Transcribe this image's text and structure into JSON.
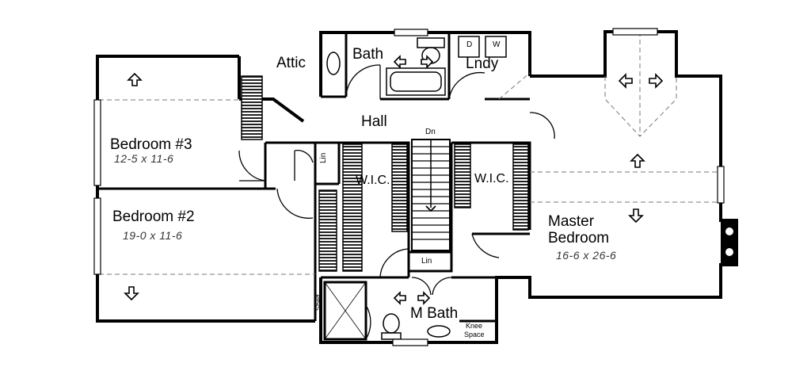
{
  "plan": {
    "rooms": {
      "attic": "Attic",
      "bath": "Bath",
      "laundry": "Lndy",
      "hall": "Hall",
      "down": "Dn",
      "bedroom3": {
        "name": "Bedroom #3",
        "dims": "12-5 x 11-6"
      },
      "bedroom2": {
        "name": "Bedroom #2",
        "dims": "19-0 x 11-6"
      },
      "wic_left": "W.I.C.",
      "wic_right": "W.I.C.",
      "linen_upper": "Lin",
      "linen_lower": "Lin",
      "shelf": "Shelf",
      "master_bedroom": {
        "name_line1": "Master",
        "name_line2": "Bedroom",
        "dims": "16-6 x 26-6"
      },
      "master_bath": "M Bath",
      "knee_space": {
        "line1": "Knee",
        "line2": "Space"
      },
      "laundry_dryer": "D",
      "laundry_washer": "W"
    },
    "colors": {
      "wall": "#000000",
      "hatch": "#333333",
      "dashed": "#777777",
      "background": "#ffffff"
    }
  }
}
